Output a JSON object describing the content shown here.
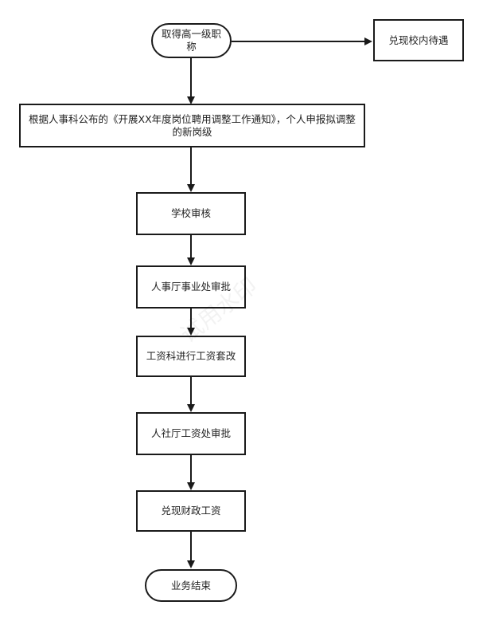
{
  "flow": {
    "start": "取得高一级职称",
    "side_branch": "兑现校内待遇",
    "step_apply": "根据人事科公布的《开展XX年度岗位聘用调整工作通知》，个人申报拟调整的新岗级",
    "step_school_review": "学校审核",
    "step_hr_approval": "人事厅事业处审批",
    "step_salary_reform": "工资科进行工资套改",
    "step_social_approval": "人社厅工资处审批",
    "step_pay": "兑现财政工资",
    "end": "业务结束"
  },
  "watermark": "试用水印",
  "colors": {
    "stroke": "#1a1a1a",
    "fill": "#ffffff",
    "text": "#222222"
  }
}
